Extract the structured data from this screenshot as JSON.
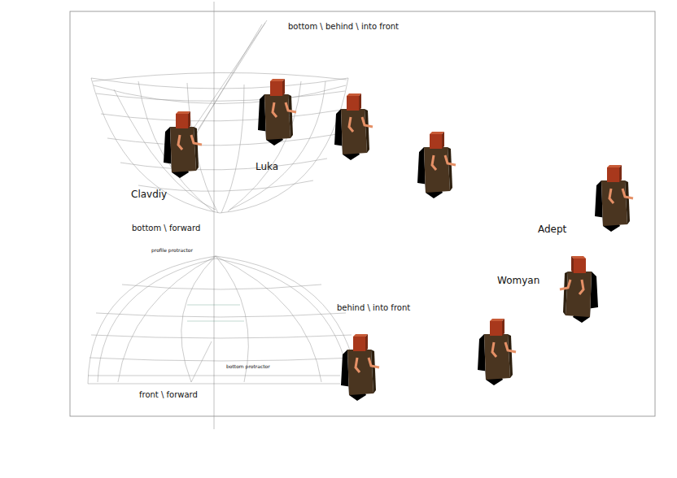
{
  "diagram": {
    "labels": [
      "bottom \\ behind \\ into front",
      "Clavdiy",
      "Luka",
      "bottom \\ forward",
      "profile protractor",
      "behind \\ into front",
      "bottom protractor",
      "front \\ forward",
      "Adept",
      "Womyan"
    ]
  }
}
